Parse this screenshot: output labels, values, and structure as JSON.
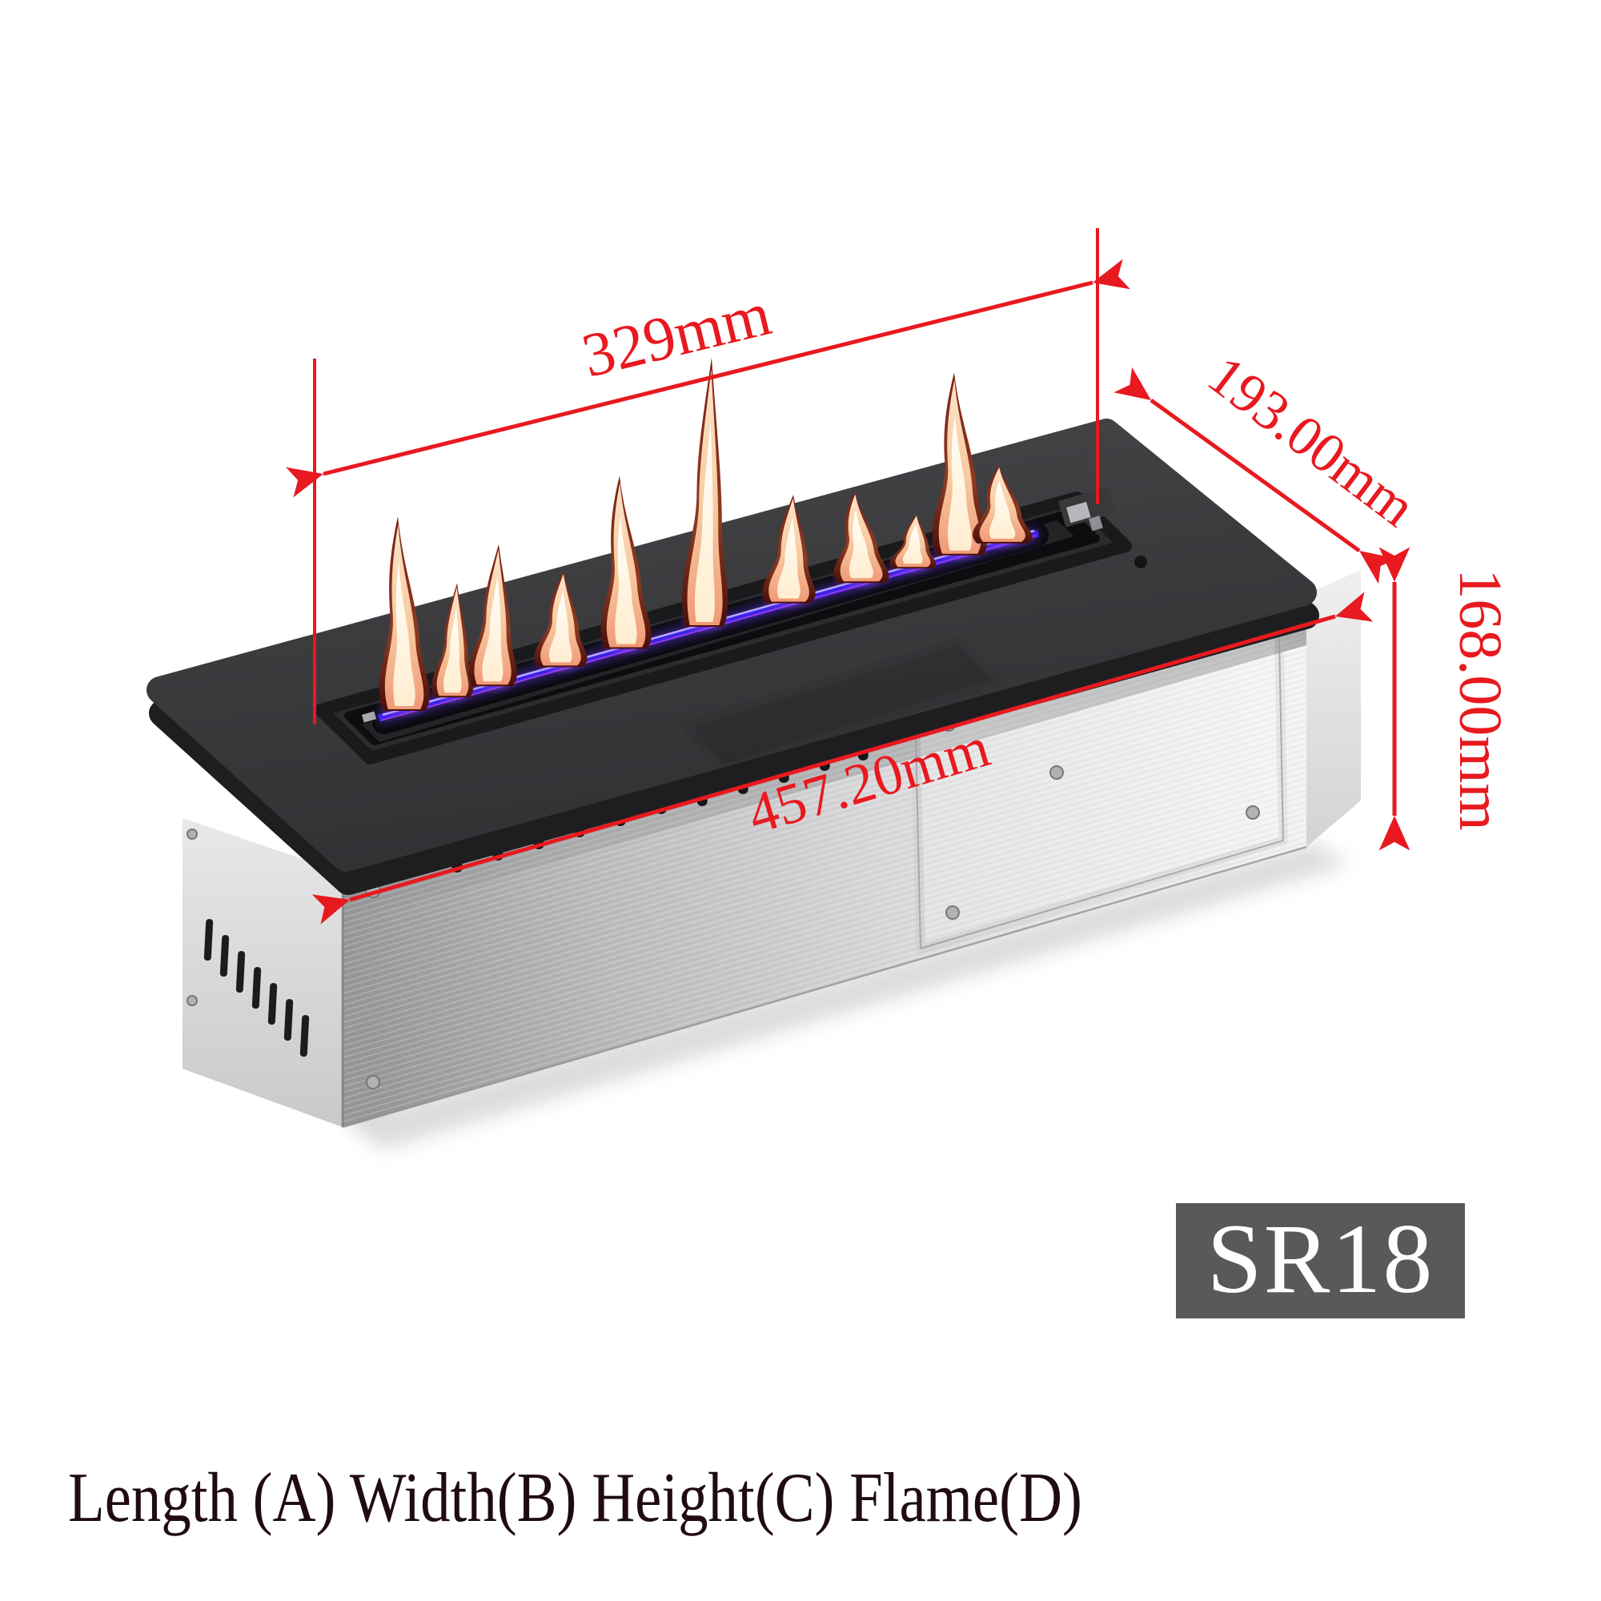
{
  "page": {
    "background": "#ffffff"
  },
  "dimensions": {
    "length": {
      "value": "329mm"
    },
    "width": {
      "value": "193.00mm"
    },
    "height": {
      "value": "168.00mm"
    },
    "body_length": {
      "value": "457.20mm"
    }
  },
  "badge": {
    "model": "SR18"
  },
  "caption": {
    "text": "Length (A) Width(B) Height(C) Flame(D)"
  },
  "colors": {
    "accent_red": "#e8191f",
    "badge_bg": "#59595a",
    "badge_text": "#ffffff",
    "caption_text": "#200c10",
    "plate_dark": "#39393b",
    "steel_light": "#f1f1f2",
    "steel_mid": "#c7c7c9",
    "steel_shadow": "#a0a0a3",
    "flame_core": "#fffdf4",
    "flame_mid": "#f8c9a0",
    "flame_rim": "#5e180f",
    "flame_base_blue": "#3c23f0"
  }
}
